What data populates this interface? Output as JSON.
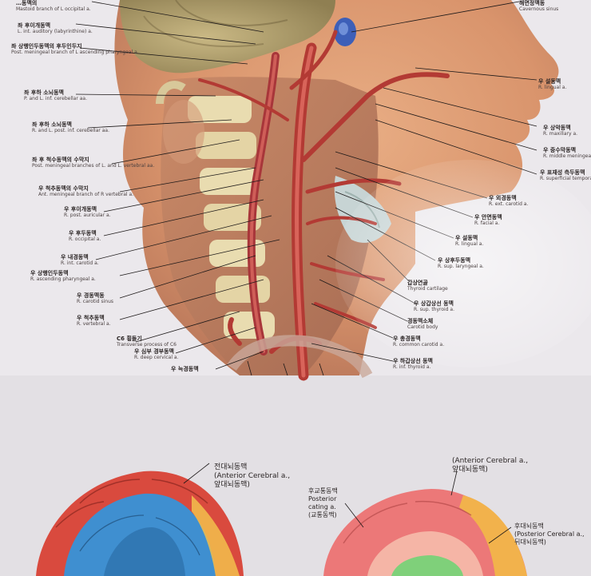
{
  "labels_left": [
    {
      "ko": "…동맥의",
      "en": "Mastoid branch of L occipital a."
    },
    {
      "ko": "좌 후이개동맥",
      "en": "L. int. auditory (labyrinthine) a."
    },
    {
      "ko": "좌 상행인두동맥의 후두인두지",
      "en": "Post. meningeal branch of L ascending pharyngeal a."
    },
    {
      "ko": "좌 후하 소뇌동맥",
      "en": "P. and L. inf. cerebellar aa."
    },
    {
      "ko": "좌 후하 소뇌동맥",
      "en": "R. and L. post. inf. cerebellar aa."
    },
    {
      "ko": "좌 후 척수동맥의 수막지",
      "en": "Post. meningeal branches of L. and L. vertebral aa."
    },
    {
      "ko": "우 척추동맥의 수막지",
      "en": "Ant. meningeal branch of R vertebral a."
    },
    {
      "ko": "우 후이개동맥",
      "en": "R. post. auricular a."
    },
    {
      "ko": "우 후두동맥",
      "en": "R. occipital a."
    },
    {
      "ko": "우 내경동맥",
      "en": "R. int. carotid a."
    },
    {
      "ko": "우 상행인두동맥",
      "en": "R. ascending pharyngeal a."
    },
    {
      "ko": "우 경동맥동",
      "en": "R. carotid sinus"
    },
    {
      "ko": "우 척추동맥",
      "en": "R. vertebral a."
    },
    {
      "ko": "C6 횡돌기",
      "en": "Transverse process of C6"
    },
    {
      "ko": "우 심부 경부동맥",
      "en": "R. deep cervical a."
    },
    {
      "ko": "우 늑경동맥",
      "en": ""
    }
  ],
  "labels_right": [
    {
      "ko": "해면정맥동",
      "en": "Cavernous sinus"
    },
    {
      "ko": "우 설동맥",
      "en": "R. lingual a."
    },
    {
      "ko": "우 상악동맥",
      "en": "R. maxillary a."
    },
    {
      "ko": "우 중수막동맥",
      "en": "R. middle meningeal a."
    },
    {
      "ko": "우 표재성 측두동맥",
      "en": "R. superficial temporal a."
    },
    {
      "ko": "우 외경동맥",
      "en": "R. ext. carotid a."
    },
    {
      "ko": "우 안면동맥",
      "en": "R. facial a."
    },
    {
      "ko": "우 설동맥",
      "en": "R. lingual a."
    },
    {
      "ko": "우 상후두동맥",
      "en": "R. sup. laryngeal a."
    },
    {
      "ko": "갑상연골",
      "en": "Thyroid cartilage"
    },
    {
      "ko": "우 상갑상선 동맥",
      "en": "R. sup. thyroid a."
    },
    {
      "ko": "경동맥소체",
      "en": "Carotid body"
    },
    {
      "ko": "우 총경동맥",
      "en": "R. common carotid a."
    },
    {
      "ko": "우 하갑상선 동맥",
      "en": "R. inf. thyroid a."
    }
  ],
  "brain_left": {
    "line1": "전대뇌동맥",
    "line2": "(Anterior Cerebral a.,",
    "line3": "앞대뇌동맥)"
  },
  "brain_right_top": {
    "line1": "(Anterior Cerebral a.,",
    "line2": "앞대뇌동맥)"
  },
  "brain_right_left": {
    "line1": "후교통동맥",
    "line2": "Posterior",
    "line3": "cating a.",
    "line4": "(교통동맥)"
  },
  "brain_right_right": {
    "line1": "후대뇌동맥",
    "line2": "(Posterior Cerebral a.,",
    "line3": "뒤대뇌동맥)"
  }
}
